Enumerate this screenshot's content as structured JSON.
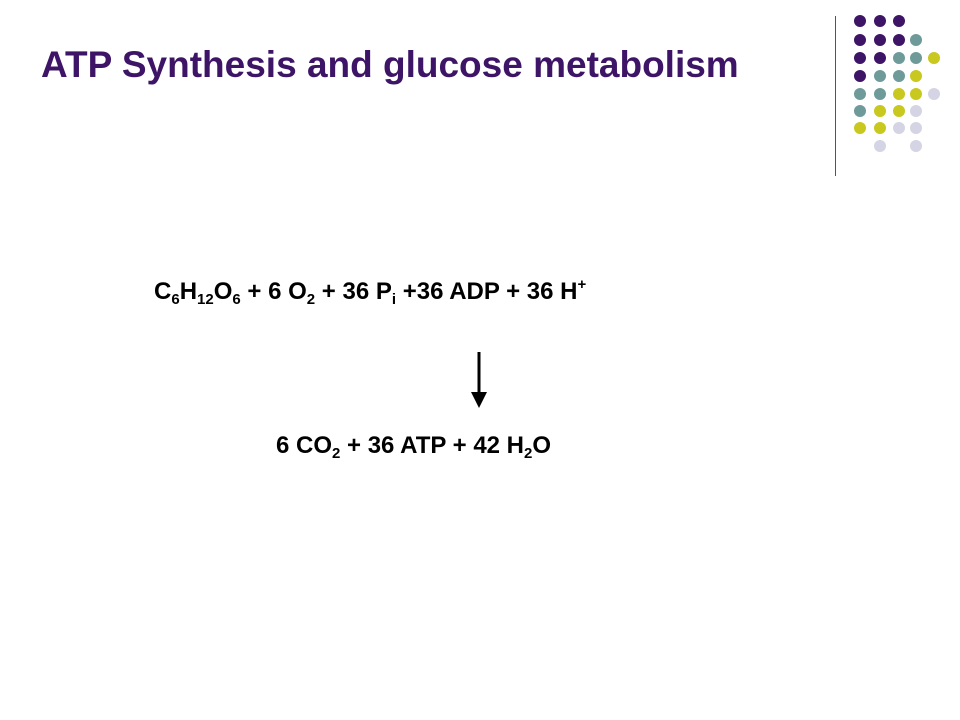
{
  "slide": {
    "title": "ATP Synthesis and glucose metabolism",
    "colors": {
      "title": "#3d1466",
      "dot_purple": "#3d1466",
      "dot_teal": "#6f9a9a",
      "dot_olive": "#c8c81e",
      "dot_lavender": "#d4d4e4"
    },
    "decoration": "dot-grid",
    "reactants": {
      "c": "C",
      "c_sub": "6",
      "h": "H",
      "h_sub": "12",
      "o": "O",
      "o_sub": "6",
      "plus_o2": " + 6 O",
      "o2_sub": "2",
      "plus_pi": " + 36 P",
      "pi_sub": "i",
      "plus_adp_h": " +36 ADP + 36 H",
      "h_sup": "+"
    },
    "arrow": "reaction-arrow-down",
    "products": {
      "co2": "6 CO",
      "co2_sub": "2",
      "atp_h": " + 36 ATP + 42 H",
      "h2o_sub": "2",
      "o_end": "O"
    }
  }
}
